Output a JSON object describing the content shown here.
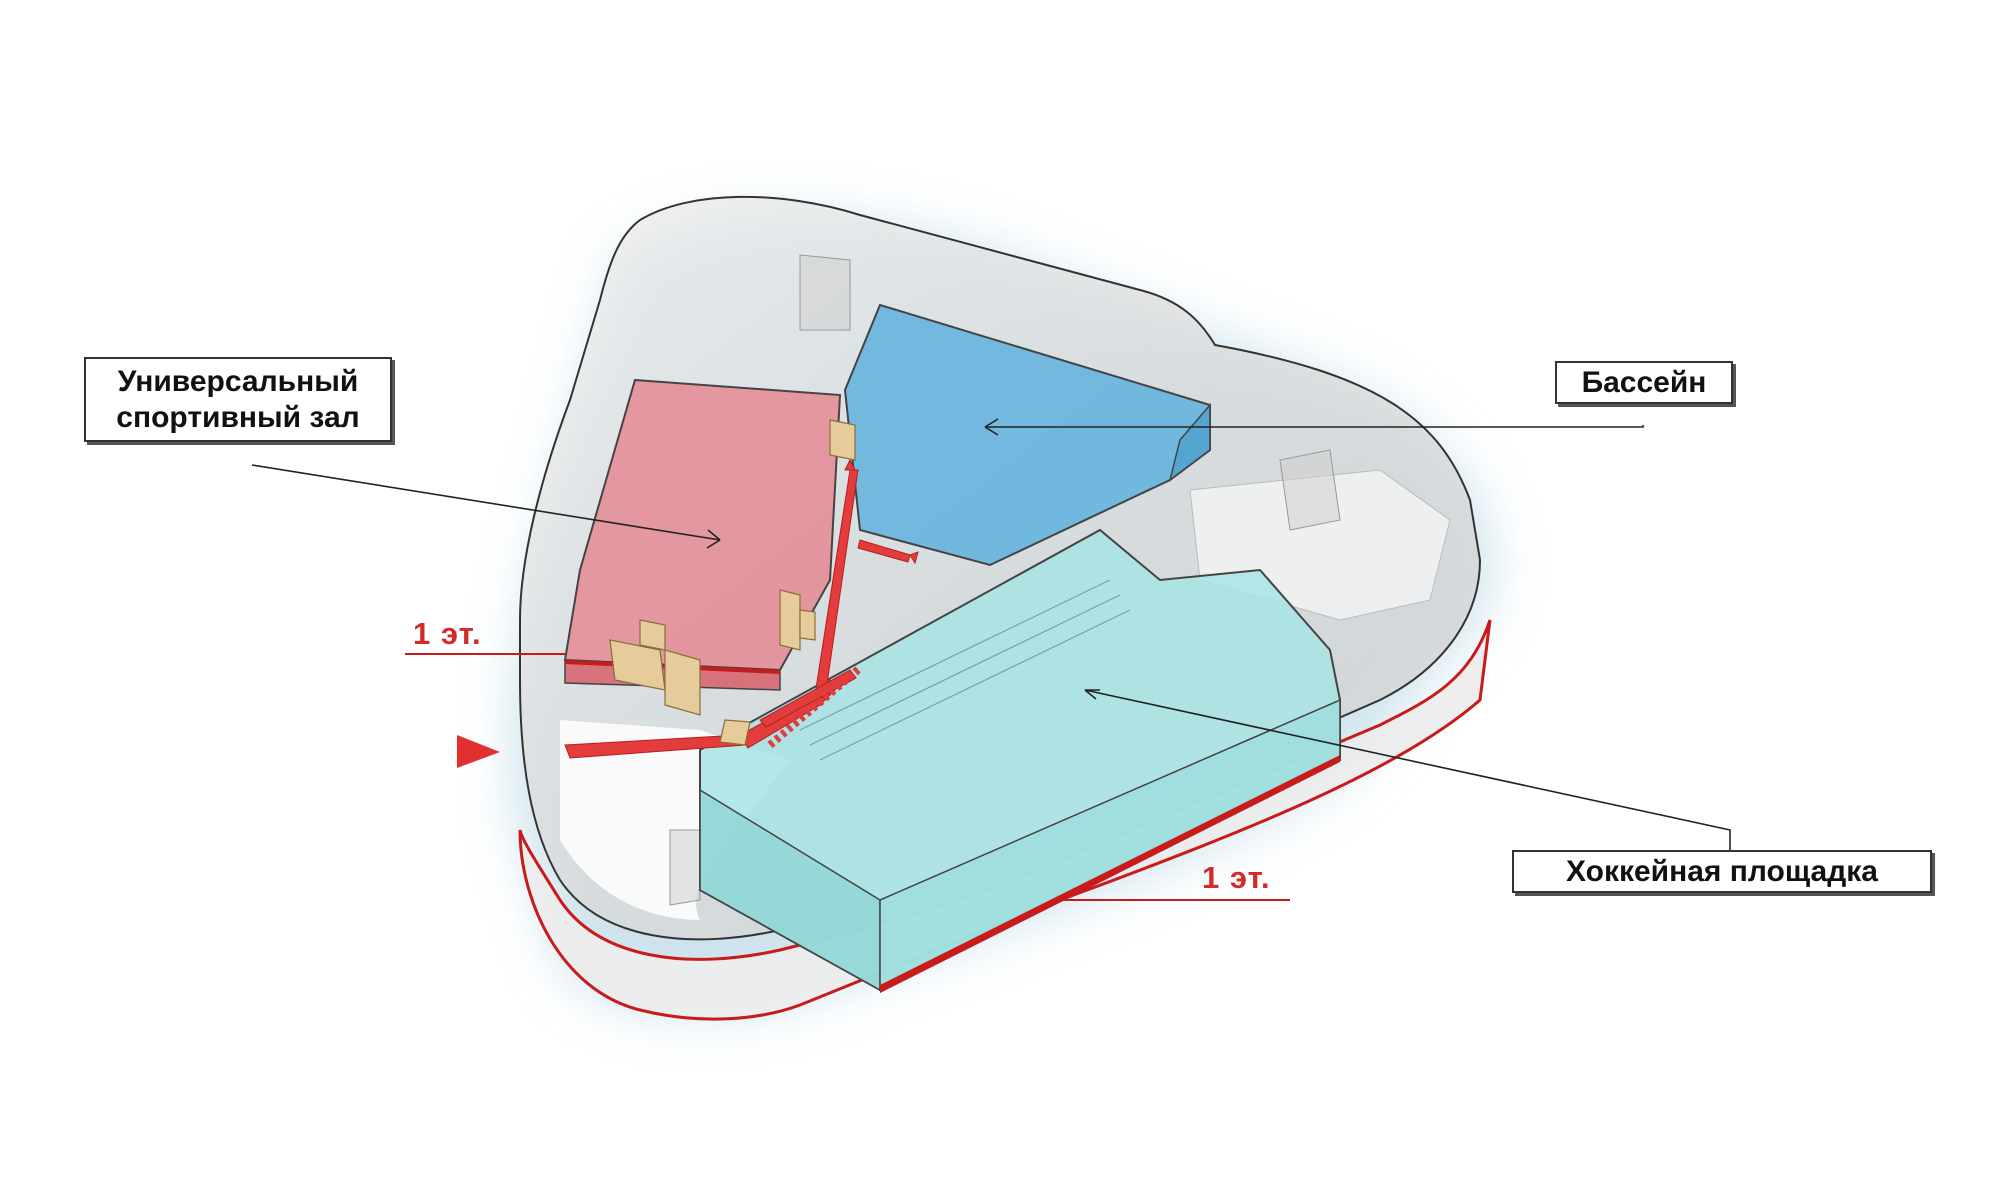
{
  "labels": {
    "universal_hall_line1": "Универсальный",
    "universal_hall_line2": "спортивный зал",
    "pool": "Бассейн",
    "hockey": "Хоккейная площадка",
    "floor_left": "1 эт.",
    "floor_right": "1 эт."
  },
  "colors": {
    "hall": "#e58a92",
    "pool": "#5fb2de",
    "hockey": "#a8e4e4",
    "route": "#e23c3c",
    "stairs": "#e6cc9a",
    "shell": "#d8d8d8",
    "shadow": "#c2dce8"
  }
}
